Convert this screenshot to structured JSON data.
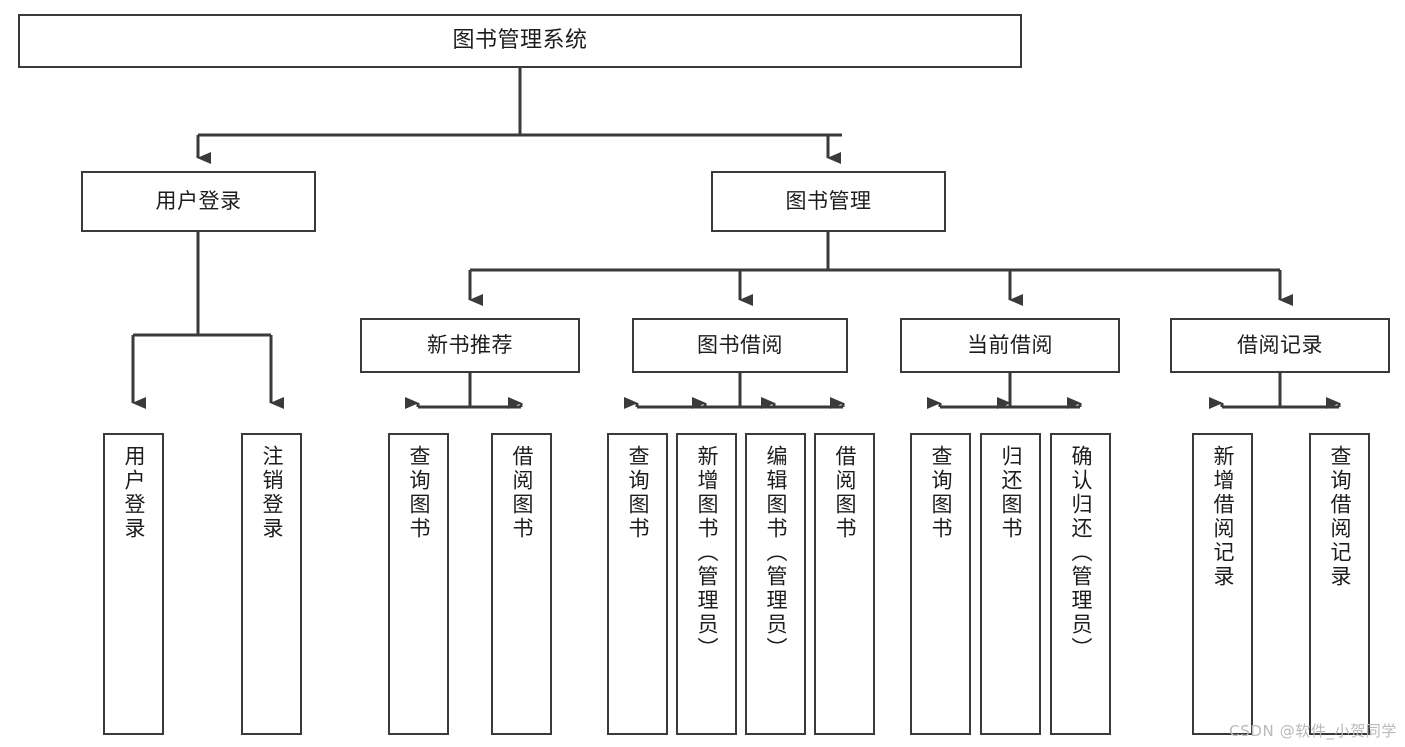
{
  "diagram": {
    "title": "图书管理系统",
    "type": "tree",
    "background": "#ffffff",
    "box_border_color": "#3a3a3a",
    "line_color": "#3a3a3a",
    "text_color": "#1d1d1d"
  },
  "nodes": {
    "root": {
      "id": "root",
      "label": "图书管理系统",
      "level": 1,
      "orientation": "horizontal"
    },
    "level2": [
      {
        "id": "user-login",
        "label": "用户登录",
        "level": 2,
        "orientation": "horizontal"
      },
      {
        "id": "book-manage",
        "label": "图书管理",
        "level": 2,
        "orientation": "horizontal"
      }
    ],
    "level3": [
      {
        "id": "new-book-recommend",
        "label": "新书推荐",
        "level": 3,
        "orientation": "horizontal",
        "parent": "book-manage"
      },
      {
        "id": "book-borrow",
        "label": "图书借阅",
        "level": 3,
        "orientation": "horizontal",
        "parent": "book-manage"
      },
      {
        "id": "current-borrow",
        "label": "当前借阅",
        "level": 3,
        "orientation": "horizontal",
        "parent": "book-manage"
      },
      {
        "id": "borrow-record",
        "label": "借阅记录",
        "level": 3,
        "orientation": "horizontal",
        "parent": "book-manage"
      }
    ],
    "leaves": [
      {
        "id": "leaf-user-login",
        "label": "用户登录",
        "orientation": "vertical",
        "parent": "user-login"
      },
      {
        "id": "leaf-logout-login",
        "label": "注销登录",
        "orientation": "vertical",
        "parent": "user-login"
      },
      {
        "id": "leaf-query-book-1",
        "label": "查询图书",
        "orientation": "vertical",
        "parent": "new-book-recommend"
      },
      {
        "id": "leaf-borrow-book-1",
        "label": "借阅图书",
        "orientation": "vertical",
        "parent": "new-book-recommend"
      },
      {
        "id": "leaf-query-book-2",
        "label": "查询图书",
        "orientation": "vertical",
        "parent": "book-borrow"
      },
      {
        "id": "leaf-add-book",
        "label": "新增图书（管理员）",
        "orientation": "vertical",
        "parent": "book-borrow"
      },
      {
        "id": "leaf-edit-book",
        "label": "编辑图书（管理员）",
        "orientation": "vertical",
        "parent": "book-borrow"
      },
      {
        "id": "leaf-borrow-book-2",
        "label": "借阅图书",
        "orientation": "vertical",
        "parent": "book-borrow"
      },
      {
        "id": "leaf-query-book-3",
        "label": "查询图书",
        "orientation": "vertical",
        "parent": "current-borrow"
      },
      {
        "id": "leaf-return-book",
        "label": "归还图书",
        "orientation": "vertical",
        "parent": "current-borrow"
      },
      {
        "id": "leaf-confirm-return",
        "label": "确认归还（管理员）",
        "orientation": "vertical",
        "parent": "current-borrow"
      },
      {
        "id": "leaf-add-record",
        "label": "新增借阅记录",
        "orientation": "vertical",
        "parent": "borrow-record"
      },
      {
        "id": "leaf-query-record",
        "label": "查询借阅记录",
        "orientation": "vertical",
        "parent": "borrow-record"
      }
    ]
  },
  "watermark": {
    "text": "CSDN @软件_小贺同学",
    "color": "#b9b9b9"
  }
}
